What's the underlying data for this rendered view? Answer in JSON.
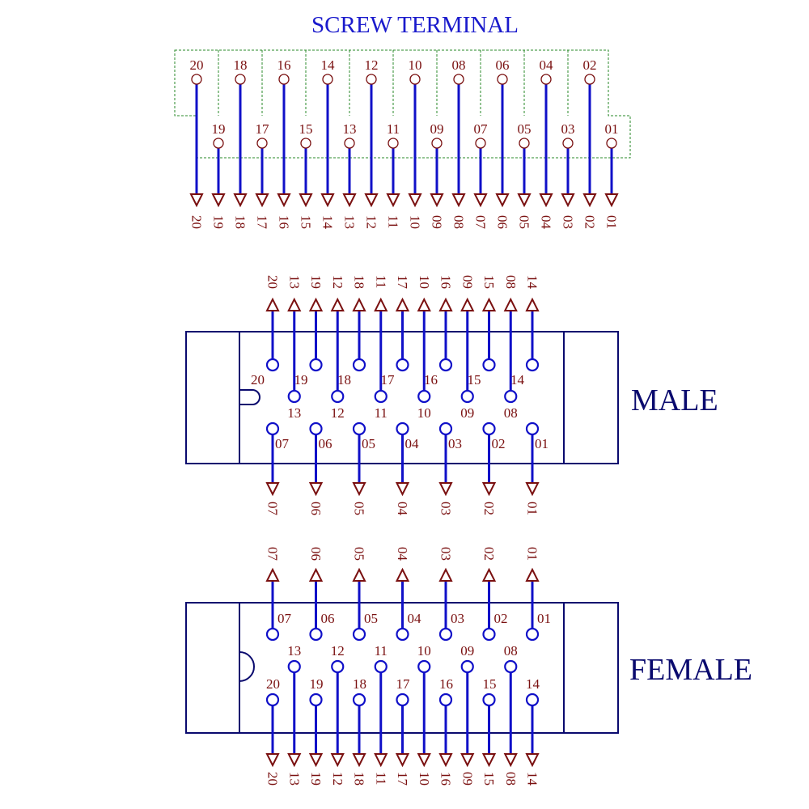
{
  "colors": {
    "title": "#1a1acc",
    "wire": "#1010c8",
    "pin": "#1010c8",
    "number": "#7a1010",
    "arrow": "#7a1010",
    "body": "#0a0a6e",
    "label": "#0a0a6e",
    "terminal_box": "#2a8a2a"
  },
  "screw_terminal": {
    "title": "SCREW TERMINAL",
    "top_row": [
      "20",
      "18",
      "16",
      "14",
      "12",
      "10",
      "08",
      "06",
      "04",
      "02"
    ],
    "bottom_row": [
      "19",
      "17",
      "15",
      "13",
      "11",
      "09",
      "07",
      "05",
      "03",
      "01"
    ],
    "outputs": [
      "20",
      "19",
      "18",
      "17",
      "16",
      "15",
      "14",
      "13",
      "12",
      "11",
      "10",
      "09",
      "08",
      "07",
      "06",
      "05",
      "04",
      "03",
      "02",
      "01"
    ]
  },
  "male": {
    "label": "MALE",
    "top_outputs": [
      "20",
      "13",
      "19",
      "12",
      "18",
      "11",
      "17",
      "10",
      "16",
      "09",
      "15",
      "08",
      "14"
    ],
    "row1": [
      "20",
      "19",
      "18",
      "17",
      "16",
      "15",
      "14"
    ],
    "row2": [
      "13",
      "12",
      "11",
      "10",
      "09",
      "08"
    ],
    "row3": [
      "07",
      "06",
      "05",
      "04",
      "03",
      "02",
      "01"
    ],
    "bottom_outputs": [
      "07",
      "06",
      "05",
      "04",
      "03",
      "02",
      "01"
    ]
  },
  "female": {
    "label": "FEMALE",
    "top_outputs": [
      "07",
      "06",
      "05",
      "04",
      "03",
      "02",
      "01"
    ],
    "row1": [
      "07",
      "06",
      "05",
      "04",
      "03",
      "02",
      "01"
    ],
    "row2": [
      "13",
      "12",
      "11",
      "10",
      "09",
      "08"
    ],
    "row3": [
      "20",
      "19",
      "18",
      "17",
      "16",
      "15",
      "14"
    ],
    "bottom_outputs": [
      "20",
      "13",
      "19",
      "12",
      "18",
      "11",
      "17",
      "10",
      "16",
      "09",
      "15",
      "08",
      "14"
    ]
  }
}
